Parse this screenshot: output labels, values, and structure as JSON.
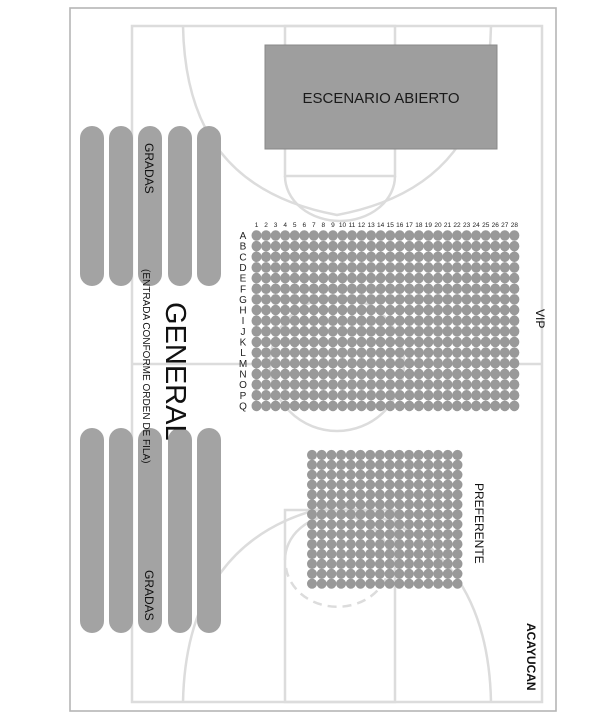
{
  "stage": {
    "label": "ESCENARIO ABIERTO"
  },
  "general": {
    "title": "GENERAL",
    "subtitle": "(ENTRADA CONFORME ORDEN DE FILA)",
    "stands_top": "GRADAS",
    "stands_bottom": "GRADAS"
  },
  "vip": {
    "label": "VIP",
    "seat_numbers": [
      "1",
      "2",
      "3",
      "4",
      "5",
      "6",
      "7",
      "8",
      "9",
      "10",
      "11",
      "12",
      "13",
      "14",
      "15",
      "16",
      "17",
      "18",
      "19",
      "20",
      "21",
      "22",
      "23",
      "24",
      "25",
      "26",
      "27",
      "28"
    ],
    "rows": [
      "A",
      "B",
      "C",
      "D",
      "E",
      "F",
      "G",
      "H",
      "I",
      "J",
      "K",
      "L",
      "M",
      "N",
      "O",
      "P",
      "Q"
    ]
  },
  "preferente": {
    "label": "PREFERENTE",
    "rows": 14,
    "seats_per_row": 16
  },
  "venue": {
    "name": "ACAYUCAN"
  },
  "colors": {
    "seat": "#999999",
    "stage": "#9e9e9e",
    "court_lines": "#d8d8d8",
    "border": "#b5b5b5",
    "text": "#111111"
  }
}
